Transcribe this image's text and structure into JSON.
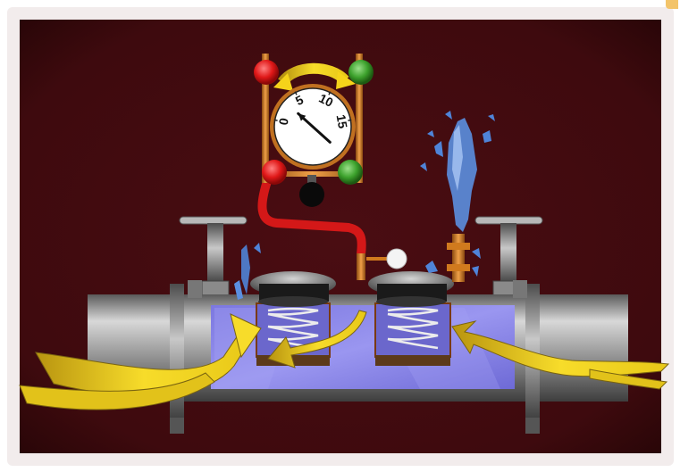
{
  "gauge": {
    "ticks": [
      {
        "label": "0"
      },
      {
        "label": "5"
      },
      {
        "label": "10"
      },
      {
        "label": "15"
      }
    ],
    "reading": 3
  },
  "colors": {
    "background": "#4a0d12",
    "frame": "#f2ecec",
    "water": "#8a86e8",
    "pipe": "#9a9a9a",
    "arrow": "#f5d31a",
    "red_light": "#e01818",
    "green_light": "#3ca12c",
    "copper": "#d07a1e",
    "ice": "#5b8fe0"
  },
  "icons": {
    "flow_arrows": "flow-arrow-icon",
    "indicator_lights": "indicator-light-icon",
    "gauge": "pressure-gauge-icon",
    "relief_valve": "relief-valve-icon"
  }
}
